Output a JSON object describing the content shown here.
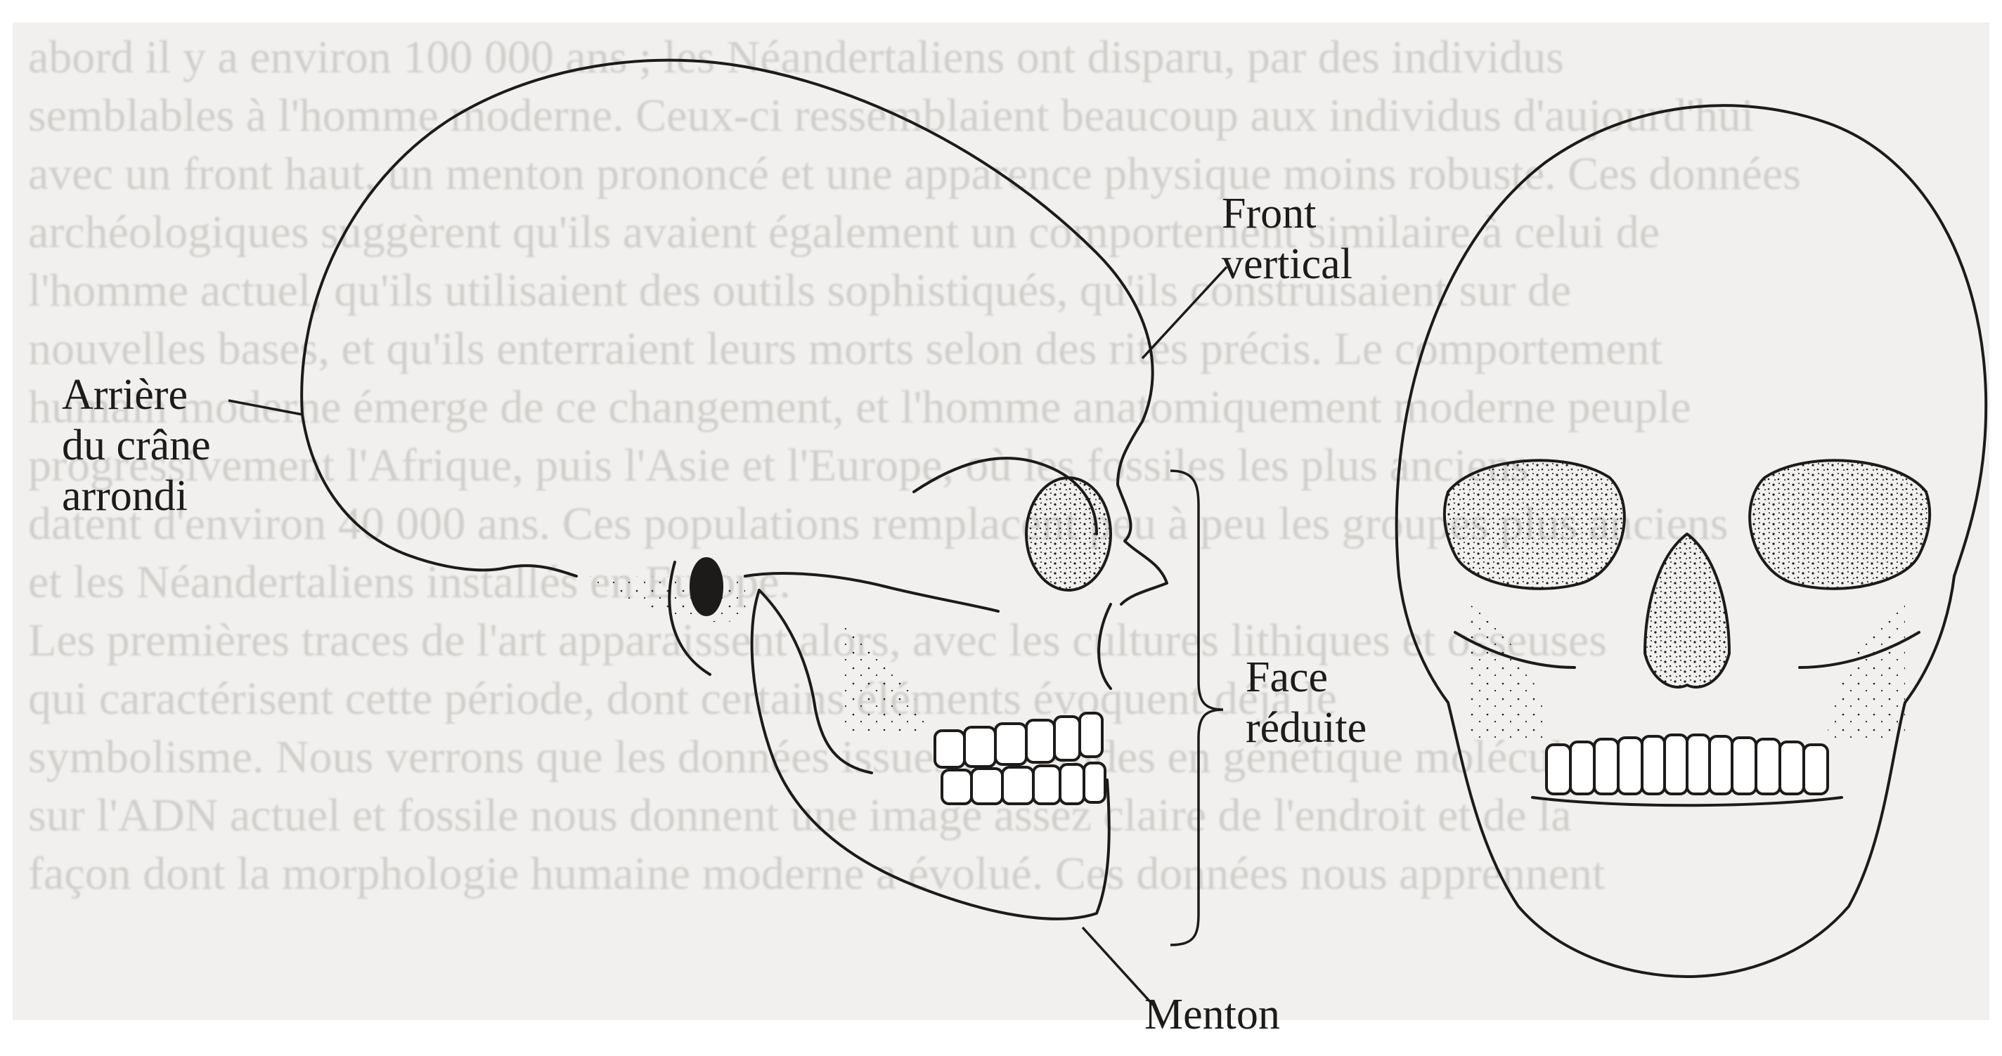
{
  "labels": {
    "back_of_skull": [
      "Arrière",
      "du crâne",
      "arrondi"
    ],
    "forehead": [
      "Front",
      "vertical"
    ],
    "face": [
      "Face",
      "réduite"
    ],
    "chin": [
      "Menton"
    ]
  },
  "background_text": [
    "abord il y a environ 100 000 ans ; les Néandertaliens ont disparu, par des individus",
    "semblables à l'homme moderne. Ceux-ci ressemblaient beaucoup aux individus d'aujourd'hui",
    "avec un front haut, un menton prononcé et une apparence physique moins robuste. Ces données",
    "archéologiques suggèrent qu'ils avaient également un comportement similaire à celui de",
    "l'homme actuel, qu'ils utilisaient des outils sophistiqués, qu'ils construisaient sur de",
    "nouvelles bases, et qu'ils enterraient leurs morts selon des rites précis. Le comportement",
    "humain moderne émerge de ce changement, et l'homme anatomiquement moderne peuple",
    "progressivement l'Afrique, puis l'Asie et l'Europe, où les fossiles les plus anciens",
    "datent d'environ 40 000 ans. Ces populations remplacent peu à peu les groupes plus anciens",
    "et les Néandertaliens installés en Europe.",
    "Les premières traces de l'art apparaissent alors, avec les cultures lithiques et osseuses",
    "qui caractérisent cette période, dont certains éléments évoquent déjà le",
    "symbolisme. Nous verrons que les données issues des études en génétique moléculaire",
    "sur l'ADN actuel et fossile nous donnent une image assez claire de l'endroit et de la",
    "façon dont la morphologie humaine moderne a évolué. Ces données nous apprennent"
  ],
  "colors": {
    "ink": "#1d1b19",
    "paper": "#f1f0ee",
    "bleed": "#b6b3ae"
  }
}
